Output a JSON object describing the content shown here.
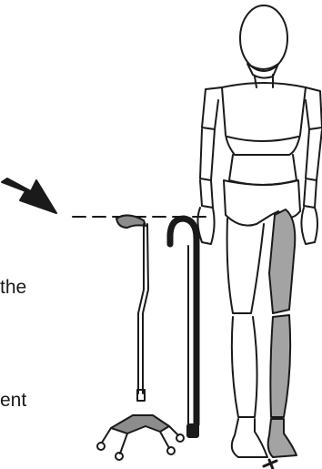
{
  "figure": {
    "text_fragments": [
      "the",
      "ent"
    ],
    "colors": {
      "outline": "#1a1a1a",
      "highlighted_leg": "#a3a3a3",
      "cane_grip": "#8c8c8c",
      "background": "#ffffff"
    },
    "icons": [
      "arrow-icon",
      "quad-cane-icon",
      "standard-cane-icon",
      "mannequin-figure"
    ]
  }
}
